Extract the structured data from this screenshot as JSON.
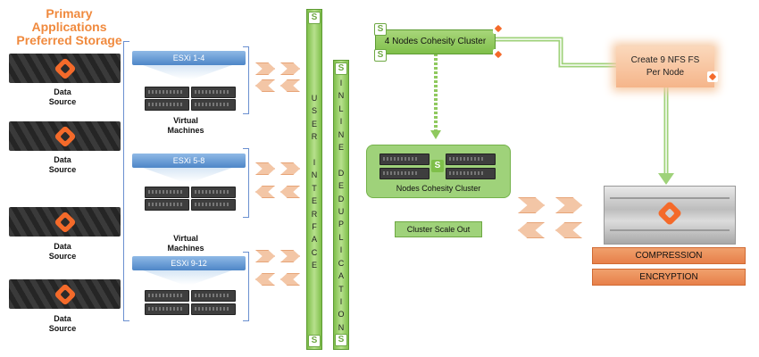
{
  "left": {
    "title_lines": [
      "Primary",
      "Applications",
      "Preferred Storage"
    ],
    "sources": [
      {
        "label_lines": [
          "Data",
          "Source"
        ]
      },
      {
        "label_lines": [
          "Data",
          "Source"
        ]
      },
      {
        "label_lines": [
          "Data",
          "Source"
        ]
      },
      {
        "label_lines": [
          "Data",
          "Source"
        ]
      }
    ]
  },
  "esxi": {
    "groups": [
      {
        "label": "ESXi 1-4"
      },
      {
        "label": "ESXi 5-8"
      },
      {
        "label": "ESXi 9-12"
      }
    ],
    "vm_labels": [
      [
        "Virtual",
        "Machines"
      ],
      [
        "Virtual",
        "Machines"
      ]
    ]
  },
  "bars": {
    "user_interface": [
      "U",
      "S",
      "E",
      "R",
      "",
      "I",
      "N",
      "T",
      "E",
      "R",
      "F",
      "A",
      "C",
      "E"
    ],
    "inline_dedup": [
      "I",
      "N",
      "L",
      "I",
      "N",
      "E",
      "",
      "D",
      "E",
      "D",
      "U",
      "P",
      "L",
      "I",
      "C",
      "A",
      "T",
      "I",
      "O",
      "N"
    ]
  },
  "cluster": {
    "four_nodes": "4 Nodes Cohesity Cluster",
    "nodes_label": "Nodes Cohesity Cluster",
    "scale_out": "Cluster Scale Out"
  },
  "nfs": {
    "lines": [
      "Create 9 NFS FS",
      "Per Node"
    ]
  },
  "storage_features": {
    "compression": "COMPRESSION",
    "encryption": "ENCRYPTION"
  },
  "icons": {
    "cohesity": "cohesity-logo-icon",
    "pure": "pure-storage-logo-icon"
  },
  "colors": {
    "green": "#7fbf4a",
    "orange": "#f08a3e",
    "blue": "#4e86c7"
  }
}
